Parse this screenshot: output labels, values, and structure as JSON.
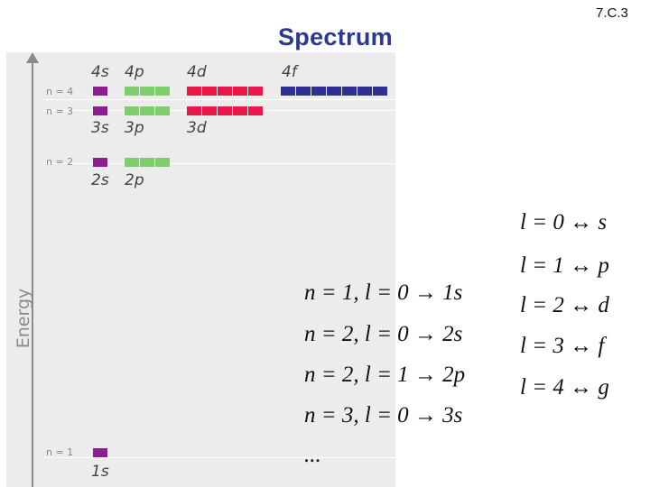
{
  "slide": {
    "number": "7.C.3",
    "title": "Spectrum"
  },
  "diagram": {
    "axis_label": "Energy",
    "levels": [
      {
        "n_label": "n = 4"
      },
      {
        "n_label": "n = 3"
      },
      {
        "n_label": "n = 2"
      },
      {
        "n_label": "n = 1"
      }
    ],
    "orbital_labels": {
      "s4": "4s",
      "p4": "4p",
      "d4": "4d",
      "f4": "4f",
      "s3": "3s",
      "p3": "3p",
      "d3": "3d",
      "s2": "2s",
      "p2": "2p",
      "s1": "1s"
    },
    "orbital_counts": {
      "s": 1,
      "p": 3,
      "d": 5,
      "f": 7
    },
    "colors": {
      "s": "#8b1f8f",
      "p": "#7fcd6c",
      "d": "#e8184a",
      "f": "#2e3191"
    }
  },
  "equations_left": [
    "n = 1, l = 0 → 1s",
    "n = 2, l = 0 → 2s",
    "n = 2, l = 1 → 2p",
    "n = 3, l = 0 → 3s",
    "..."
  ],
  "equations_right": [
    "l = 0 ↔ s",
    "l = 1 ↔ p",
    "l = 2 ↔ d",
    "l = 3 ↔ f",
    "l = 4 ↔ g"
  ]
}
